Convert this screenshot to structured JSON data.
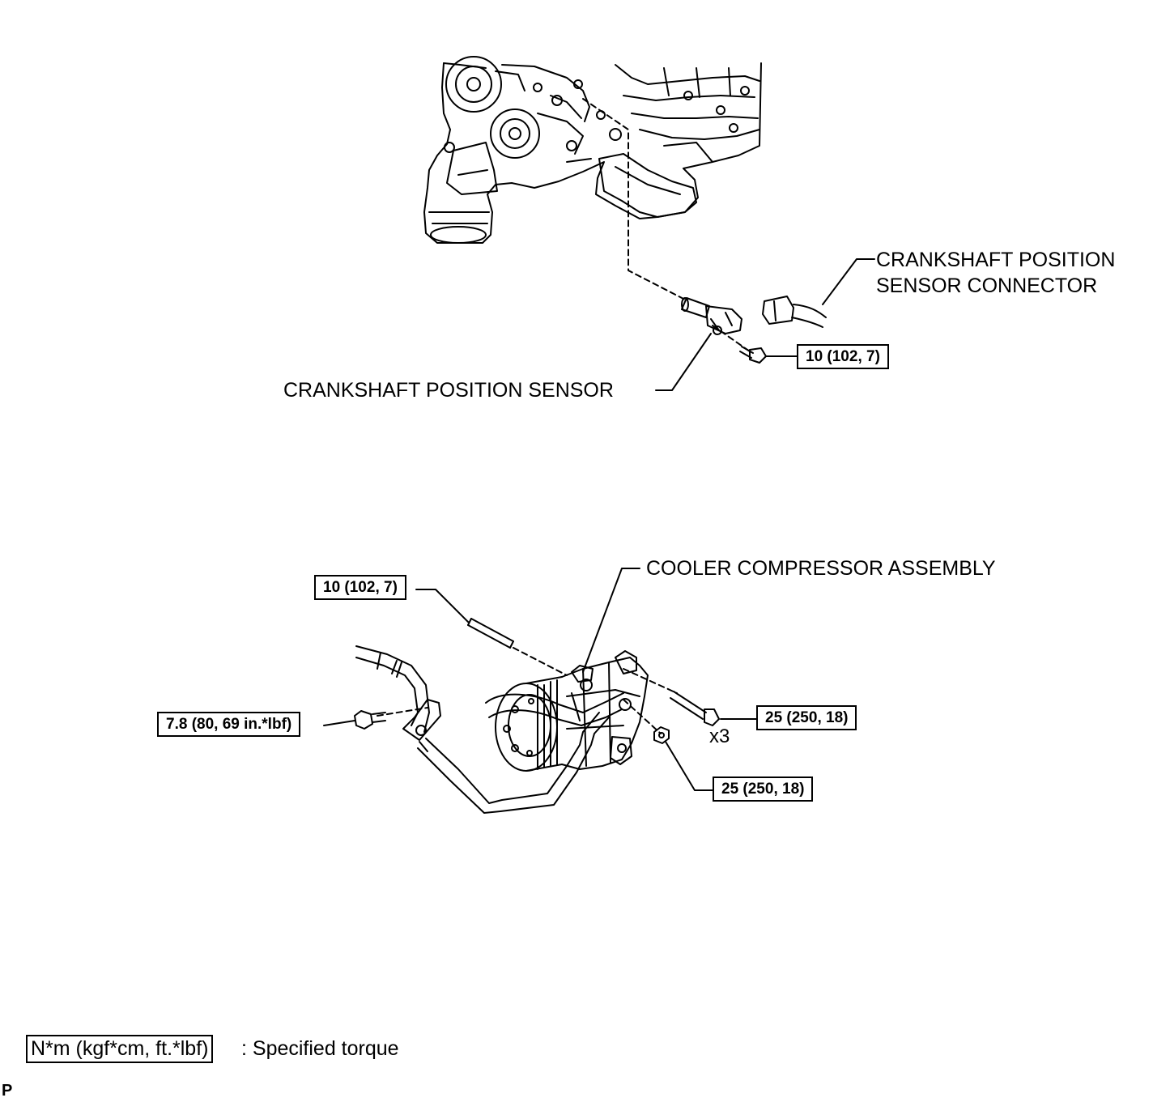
{
  "labels": {
    "crank_connector": [
      "CRANKSHAFT POSITION",
      "SENSOR CONNECTOR"
    ],
    "crank_sensor": "CRANKSHAFT POSITION SENSOR",
    "compressor": "COOLER COMPRESSOR ASSEMBLY",
    "qty": "x3"
  },
  "torques": {
    "sensor_bolt": "10 (102, 7)",
    "compressor_stud": "10 (102, 7)",
    "hose_bolt": "7.8 (80, 69 in.*lbf)",
    "compressor_bolts": "25 (250, 18)",
    "compressor_nut": "25 (250, 18)"
  },
  "legend": {
    "unit": "N*m (kgf*cm, ft.*lbf)",
    "text": ": Specified torque"
  },
  "corner_mark": "P"
}
